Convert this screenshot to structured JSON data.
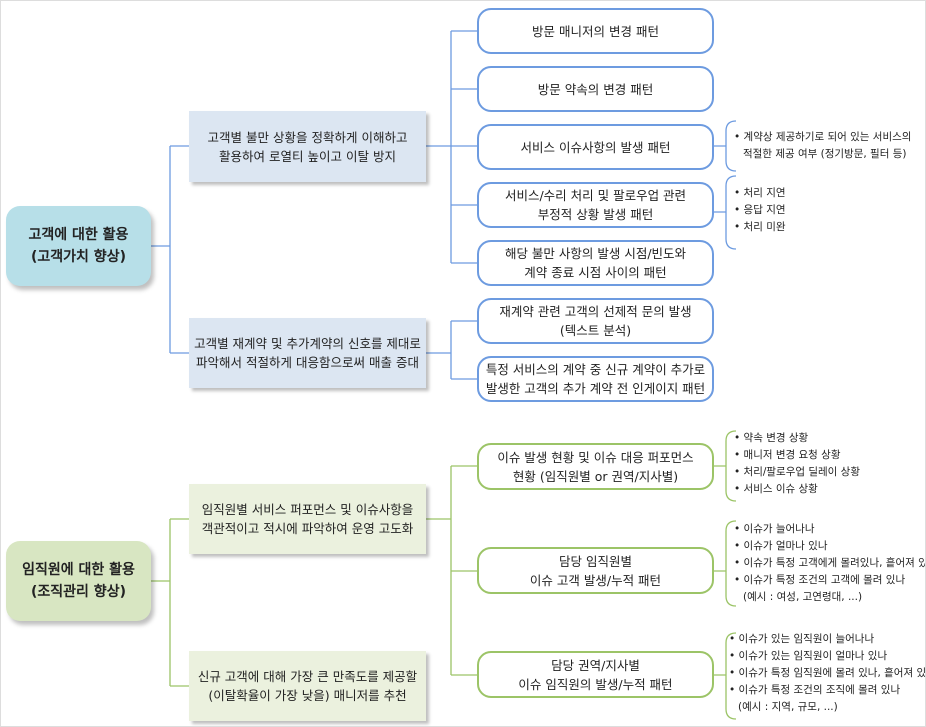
{
  "customer": {
    "root": "고객에 대한 활용\n(고객가치 향상)",
    "branches": [
      {
        "label": "고객별 불만 상황을 정확하게 이해하고\n활용하여 로열티 높이고 이탈 방지",
        "leaves": [
          "방문 매니저의 변경 패턴",
          "방문 약속의 변경 패턴",
          "서비스 이슈사항의 발생 패턴",
          "서비스/수리 처리 및 팔로우업 관련\n부정적 상황 발생 패턴",
          "해당 불만 사항의 발생 시점/빈도와\n계약 종료 시점 사이의 패턴"
        ]
      },
      {
        "label": "고객별 재계약 및 추가계약의 신호를 제대로\n파악해서 적절하게 대응함으로써 매출 증대",
        "leaves": [
          "재계약 관련 고객의 선제적 문의 발생\n(텍스트 분석)",
          "특정 서비스의 계약 중 신규 계약이 추가로\n발생한 고객의 추가 계약 전 인게이지 패턴"
        ]
      }
    ],
    "notes": [
      {
        "items": [
          "계약상 제공하기로 되어 있는 서비스의"
        ],
        "sub": "적절한 제공 여부 (정기방문, 필터 등)"
      },
      {
        "items": [
          "처리 지연",
          "응답 지연",
          "처리 미완"
        ]
      }
    ]
  },
  "employee": {
    "root": "임직원에 대한 활용\n(조직관리 향상)",
    "branches": [
      {
        "label": "임직원별 서비스 퍼포먼스 및 이슈사항을\n객관적이고 적시에 파악하여 운영 고도화"
      },
      {
        "label": "신규 고객에 대해 가장 큰 만족도를 제공할\n(이탈확율이 가장 낮을) 매니저를 추천"
      }
    ],
    "leaves": [
      "이슈 발생 현황 및 이슈 대응 퍼포먼스\n현황 (임직원별 or 권역/지사별)",
      "담당 임직원별\n이슈 고객 발생/누적 패턴",
      "담당 권역/지사별\n이슈 임직원의 발생/누적 패턴"
    ],
    "notes": [
      {
        "items": [
          "약속 변경 상황",
          "매니저 변경 요청 상황",
          "처리/팔로우업 딜레이 상황",
          "서비스 이슈 상황"
        ]
      },
      {
        "items": [
          "이슈가 늘어나나",
          "이슈가 얼마나 있나",
          "이슈가 특정 고객에게 몰려있나, 흩어져 있나",
          "이슈가 특정 조건의 고객에 몰려 있나"
        ],
        "sub": "(예시 : 여성, 고연령대, ...)"
      },
      {
        "items": [
          "이슈가 있는 임직원이 늘어나나",
          "이슈가 있는 임직원이 얼마나 있나",
          "이슈가 특정 임직원에 몰려 있나, 흩어져 있나",
          "이슈가 특정 조건의 조직에 몰려 있나"
        ],
        "sub": "(예시 : 지역, 규모, ...)"
      }
    ]
  },
  "colors": {
    "blue_line": "#6d9be0",
    "green_line": "#9cc467",
    "root_blue": "#b7dfe8",
    "root_green": "#d8e6c2"
  }
}
